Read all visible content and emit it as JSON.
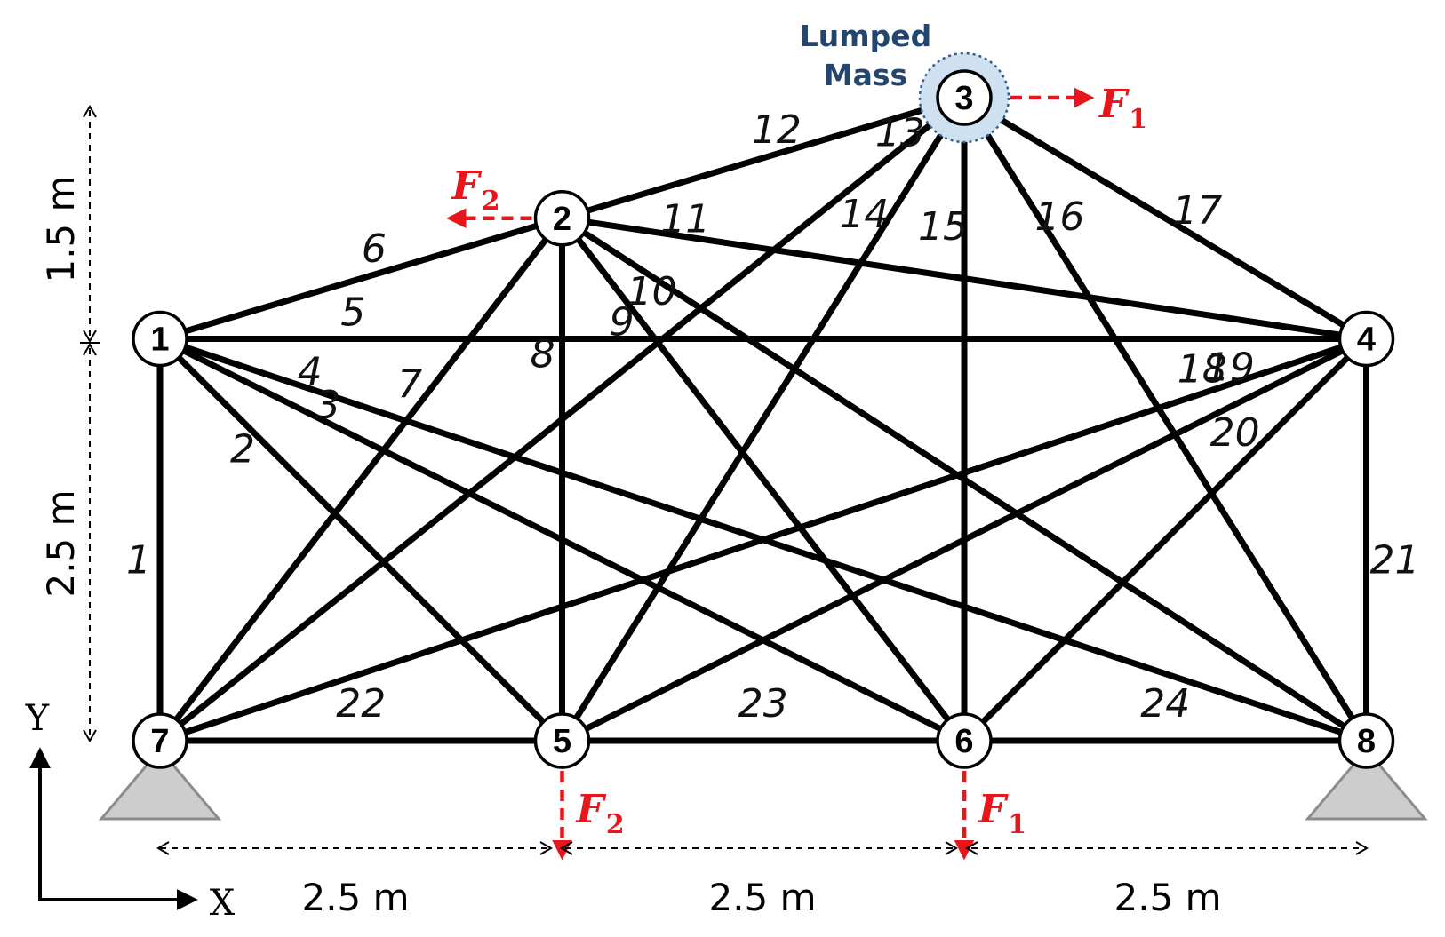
{
  "diagram": {
    "mass_label": [
      "Lumped",
      "Mass"
    ],
    "colors": {
      "member": "#000000",
      "force": "#e8161b",
      "mass_text": "#23466e",
      "support": "#cdcdcd"
    },
    "axes": {
      "x_label": "X",
      "y_label": "Y"
    },
    "dimensions": {
      "vertical_top": "1.5 m",
      "vertical_bottom": "2.5 m",
      "horizontal": [
        "2.5 m",
        "2.5 m",
        "2.5 m"
      ]
    },
    "nodes": [
      {
        "id": "1",
        "x": 0,
        "y": 2.5
      },
      {
        "id": "2",
        "x": 2.5,
        "y": 3.25
      },
      {
        "id": "3",
        "x": 5.0,
        "y": 4.0
      },
      {
        "id": "4",
        "x": 7.5,
        "y": 2.5
      },
      {
        "id": "5",
        "x": 2.5,
        "y": 0
      },
      {
        "id": "6",
        "x": 5.0,
        "y": 0
      },
      {
        "id": "7",
        "x": 0,
        "y": 0
      },
      {
        "id": "8",
        "x": 7.5,
        "y": 0
      }
    ],
    "members": [
      {
        "label": "1",
        "from": "1",
        "to": "7"
      },
      {
        "label": "2",
        "from": "1",
        "to": "5"
      },
      {
        "label": "3",
        "from": "1",
        "to": "6"
      },
      {
        "label": "4",
        "from": "1",
        "to": "8"
      },
      {
        "label": "5",
        "from": "1",
        "to": "4"
      },
      {
        "label": "6",
        "from": "1",
        "to": "2"
      },
      {
        "label": "7",
        "from": "2",
        "to": "7"
      },
      {
        "label": "8",
        "from": "2",
        "to": "5"
      },
      {
        "label": "9",
        "from": "2",
        "to": "6"
      },
      {
        "label": "10",
        "from": "2",
        "to": "8"
      },
      {
        "label": "11",
        "from": "2",
        "to": "4"
      },
      {
        "label": "12",
        "from": "2",
        "to": "3"
      },
      {
        "label": "13",
        "from": "3",
        "to": "7"
      },
      {
        "label": "14",
        "from": "3",
        "to": "5"
      },
      {
        "label": "15",
        "from": "3",
        "to": "6"
      },
      {
        "label": "16",
        "from": "3",
        "to": "8"
      },
      {
        "label": "17",
        "from": "3",
        "to": "4"
      },
      {
        "label": "18",
        "from": "4",
        "to": "7"
      },
      {
        "label": "19",
        "from": "4",
        "to": "5"
      },
      {
        "label": "20",
        "from": "4",
        "to": "6"
      },
      {
        "label": "21",
        "from": "4",
        "to": "8"
      },
      {
        "label": "22",
        "from": "7",
        "to": "5"
      },
      {
        "label": "23",
        "from": "5",
        "to": "6"
      },
      {
        "label": "24",
        "from": "6",
        "to": "8"
      }
    ],
    "supports": [
      "7",
      "8"
    ],
    "lumped_mass_node": "3",
    "forces": [
      {
        "symbol": "F",
        "subscript": "1",
        "node": "3",
        "direction": "right"
      },
      {
        "symbol": "F",
        "subscript": "2",
        "node": "2",
        "direction": "left"
      },
      {
        "symbol": "F",
        "subscript": "2",
        "node": "5",
        "direction": "down"
      },
      {
        "symbol": "F",
        "subscript": "1",
        "node": "6",
        "direction": "down"
      }
    ]
  }
}
